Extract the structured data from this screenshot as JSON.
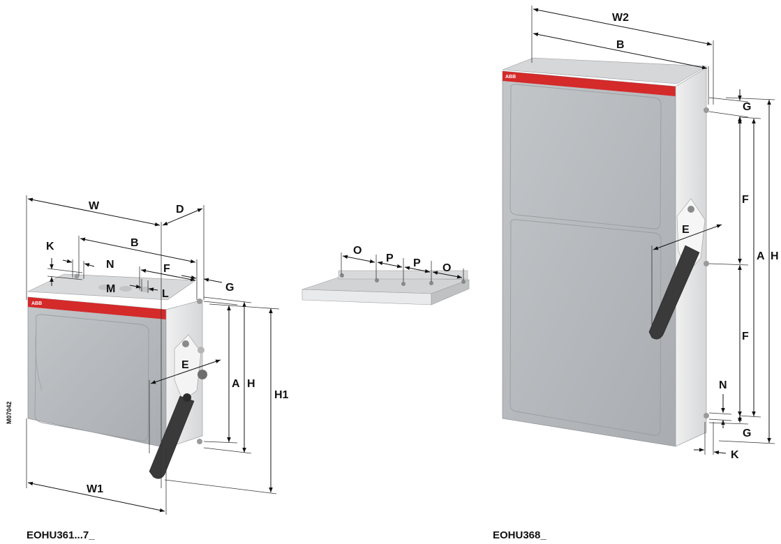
{
  "labels": {
    "left": {
      "w": "W",
      "d": "D",
      "b": "B",
      "k": "K",
      "n": "N",
      "f": "F",
      "m": "M",
      "l": "L",
      "g": "G",
      "a": "A",
      "h": "H",
      "h1": "H1",
      "e": "E",
      "w1": "W1"
    },
    "plate": {
      "o1": "O",
      "p1": "P",
      "p2": "P",
      "o2": "O"
    },
    "right": {
      "w2": "W2",
      "b": "B",
      "g_top": "G",
      "h": "H",
      "a": "A",
      "f_top": "F",
      "e": "E",
      "f_bottom": "F",
      "n": "N",
      "g_bottom": "G",
      "k": "K"
    }
  },
  "captions": {
    "left": "EOHU361...7_",
    "right": "EOHU368_"
  },
  "drawing_code": "M07042",
  "brand": {
    "logo": "ABB",
    "stripe_color": "#d42a2a",
    "body_color": "#c9cbcd",
    "door_color": "#b8bbbe",
    "side_color": "#e6e7e8",
    "handle_color": "#3a3a3a"
  }
}
